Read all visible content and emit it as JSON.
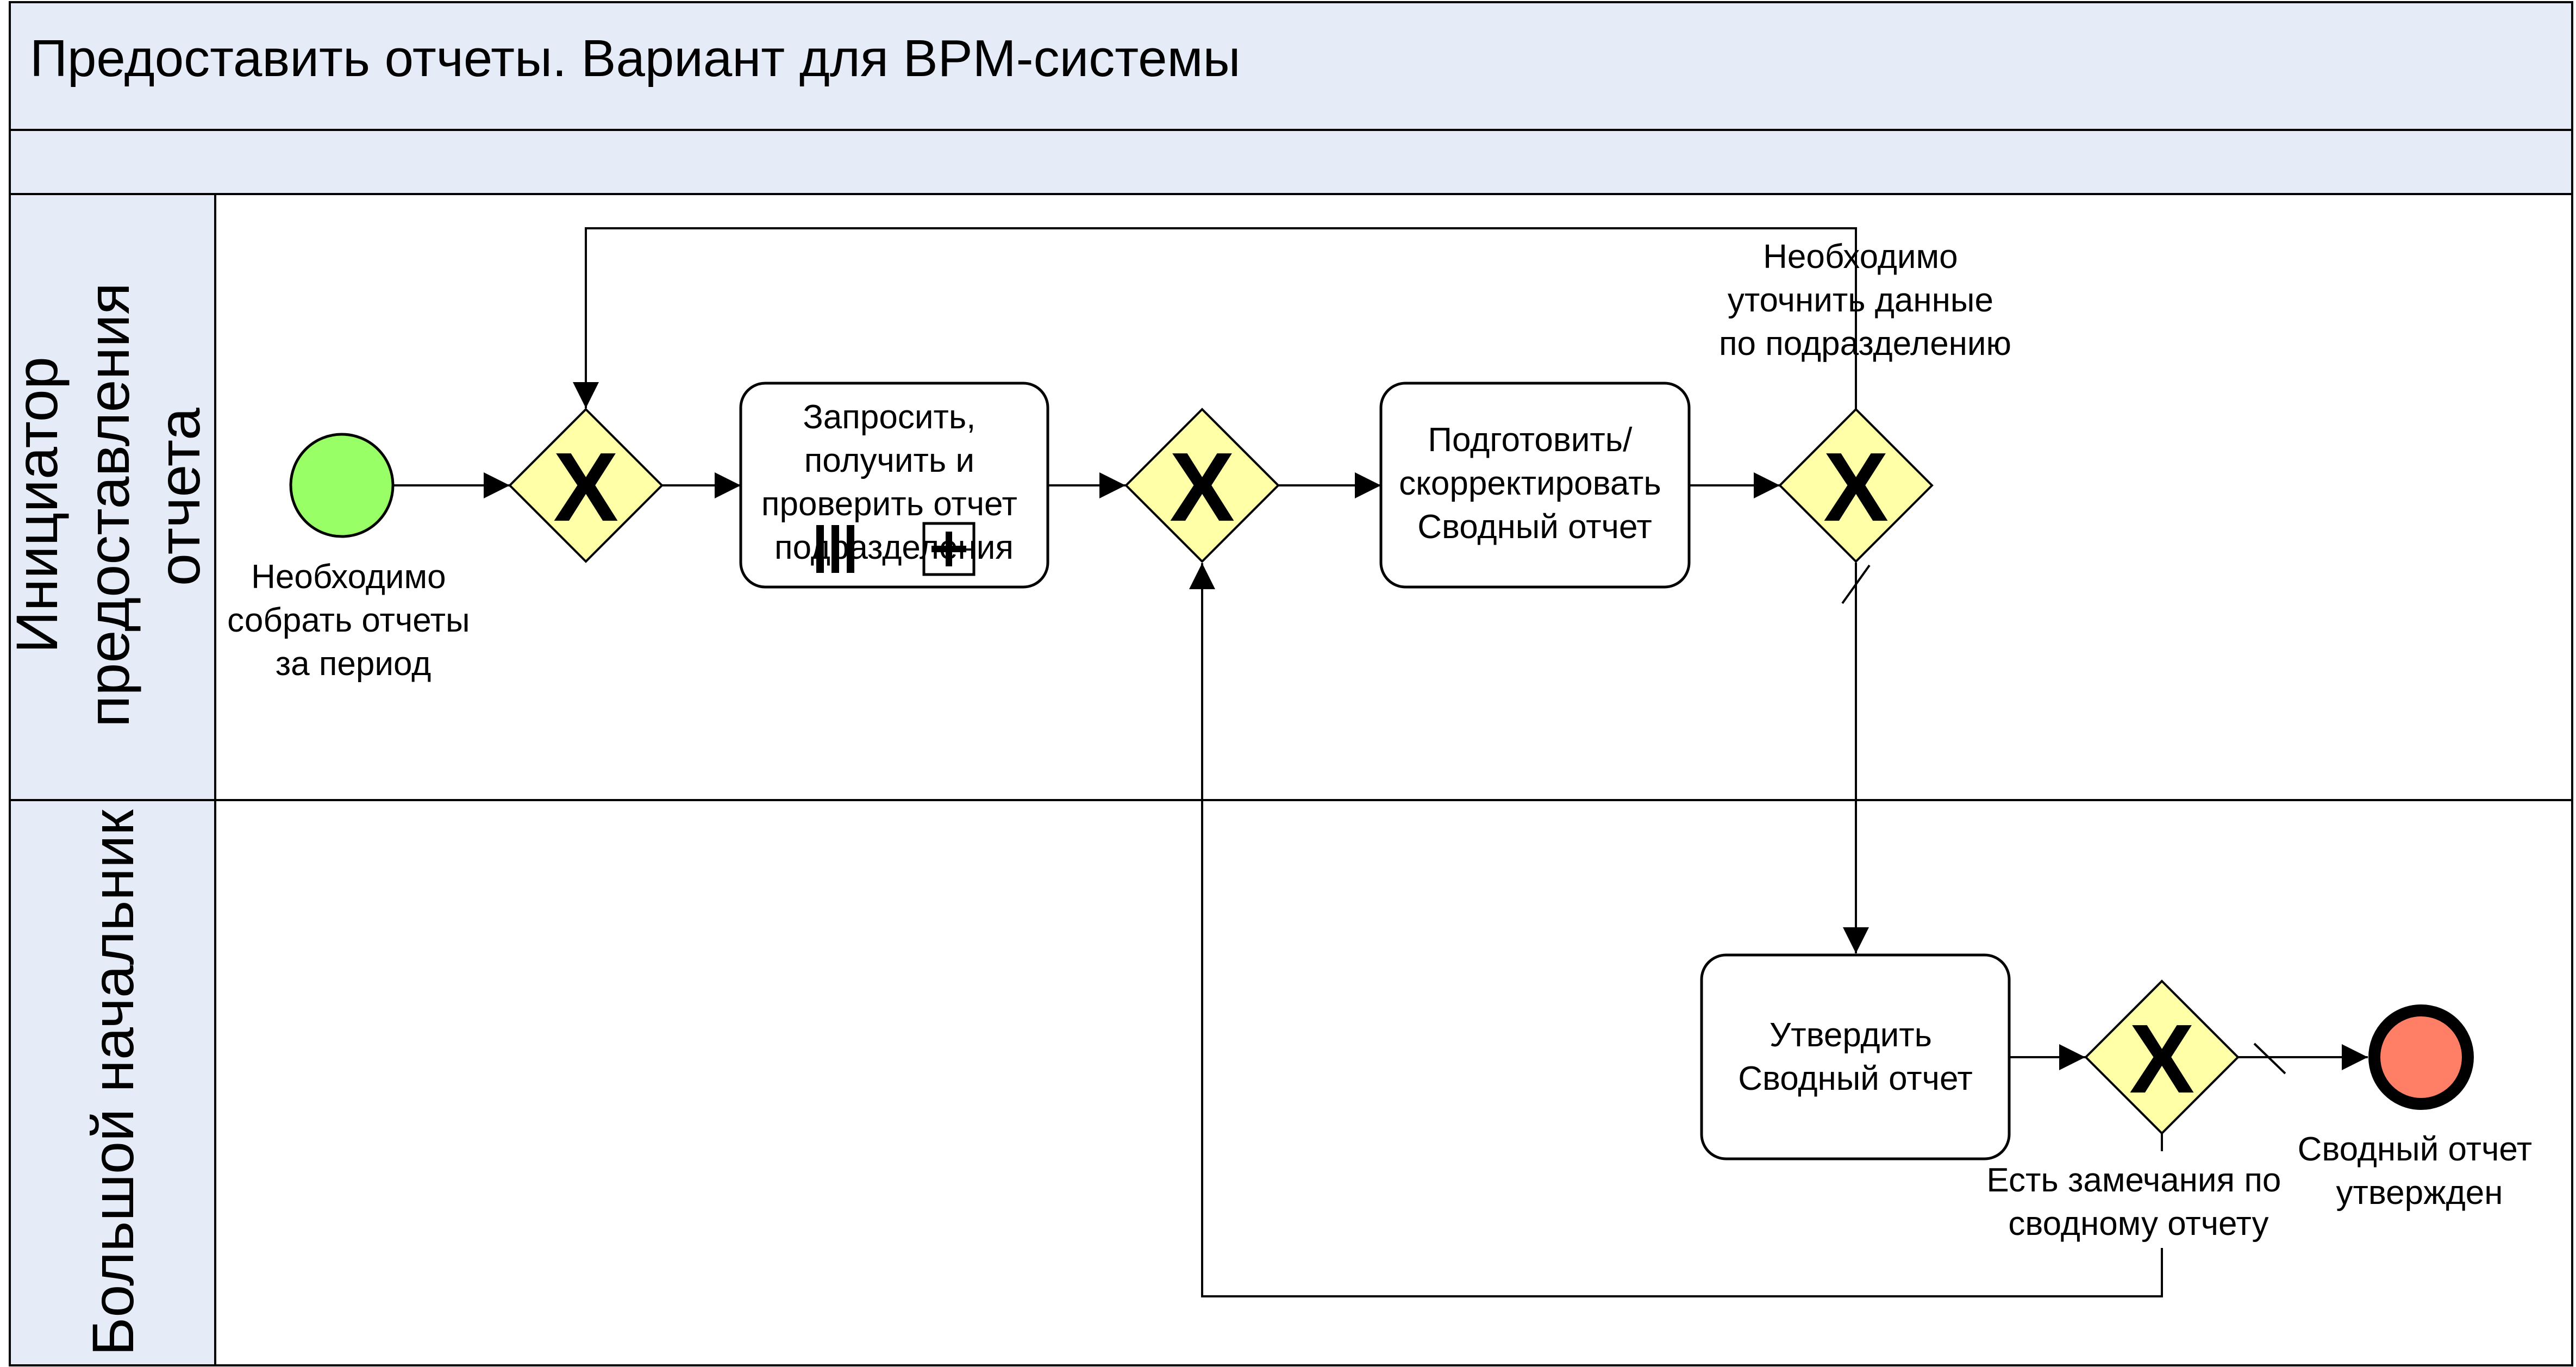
{
  "pool": {
    "title": "Предоставить отчеты. Вариант для BPM-системы",
    "header_color": "#e6ecf7"
  },
  "lanes": [
    {
      "label_lines": [
        "Инициатор",
        "предоставления",
        "отчета"
      ]
    },
    {
      "label_lines": [
        "Большой начальник"
      ]
    }
  ],
  "events": {
    "start": {
      "label_lines": [
        "Необходимо",
        "собрать отчеты",
        "за период"
      ],
      "color": "#99ff66"
    },
    "end": {
      "label_lines": [
        "Сводный отчет",
        "утвержден"
      ],
      "color": "#ff7f66"
    }
  },
  "tasks": {
    "request": {
      "label_lines": [
        "Запросить,",
        "получить и",
        "проверить отчет",
        "подразделения"
      ],
      "markers": [
        "parallel-multi-instance",
        "collapsed-subprocess"
      ]
    },
    "prepare": {
      "label_lines": [
        "Подготовить/",
        "скорректировать",
        "Сводный отчет"
      ]
    },
    "approve": {
      "label_lines": [
        "Утвердить",
        "Сводный отчет"
      ]
    }
  },
  "gateways": {
    "type": "exclusive",
    "marker": "X",
    "color": "#ffffa8",
    "clarify_label_lines": [
      "Необходимо",
      "уточнить данные",
      "по подразделению"
    ],
    "remarks_label_lines": [
      "Есть замечания по",
      "сводному отчету"
    ]
  }
}
